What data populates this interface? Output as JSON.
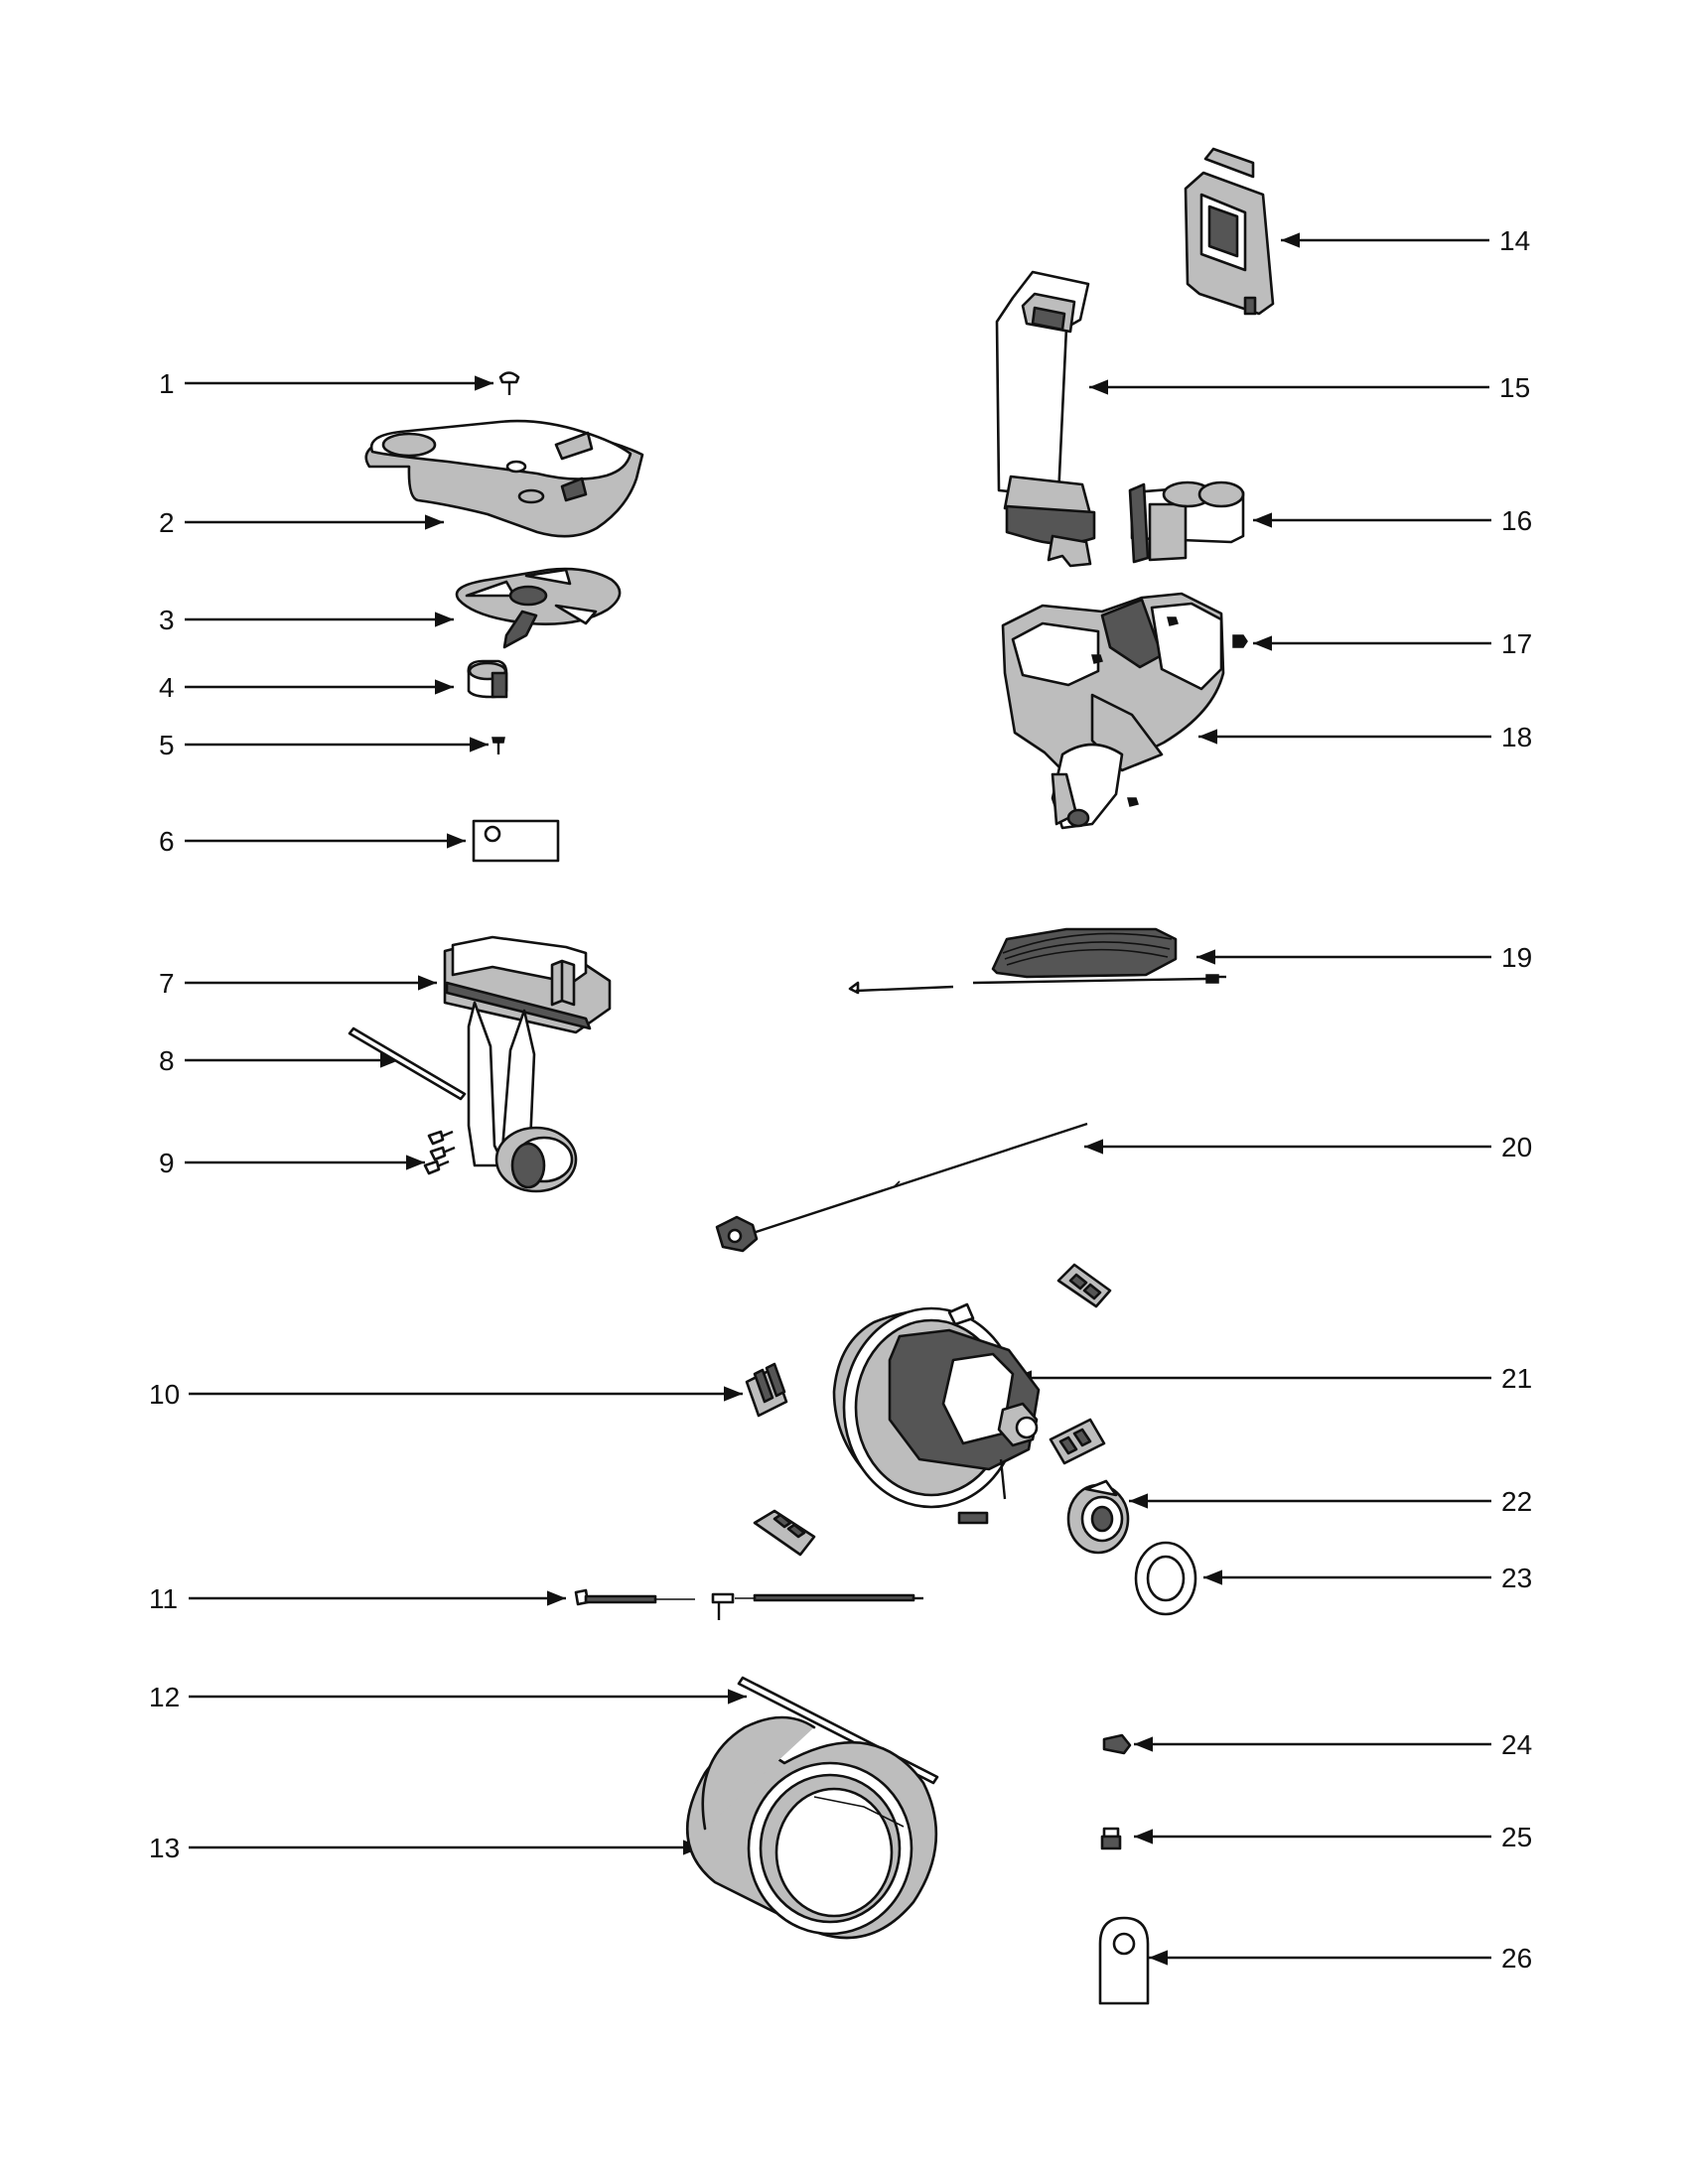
{
  "callouts": [
    "1",
    "2",
    "3",
    "4",
    "5",
    "6",
    "7",
    "8",
    "9",
    "10",
    "11",
    "12",
    "13",
    "14",
    "15",
    "16",
    "17",
    "18",
    "19",
    "20",
    "21",
    "22",
    "23",
    "24",
    "25",
    "26"
  ],
  "colors": {
    "ink": "#111111",
    "shade": "#bdbdbd",
    "dark": "#555555",
    "paper": "#ffffff"
  },
  "icons": [
    "screw-icon",
    "top-cover-icon",
    "impeller-icon",
    "cam-icon",
    "small-screw-icon",
    "label-icon",
    "handle-base-icon",
    "rod-icon",
    "screws-pair-icon",
    "brush-holder-icon",
    "wire-harness-icon",
    "strip-icon",
    "filter-icon",
    "grip-icon",
    "handle-tube-icon",
    "cord-hook-icon",
    "screw-small-icon",
    "lower-housing-icon",
    "power-cord-icon",
    "wire-rod-icon",
    "motor-icon",
    "bearing-icon",
    "washer-icon",
    "clip-icon",
    "screw-post-icon",
    "bracket-icon"
  ]
}
